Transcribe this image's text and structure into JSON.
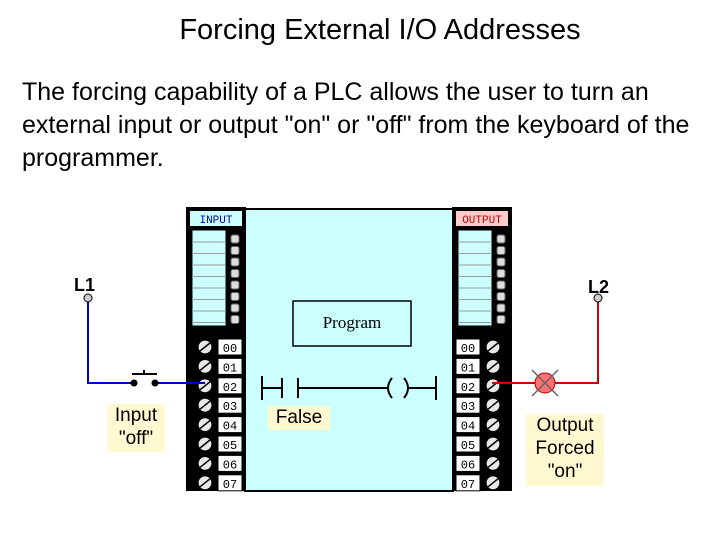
{
  "slide": {
    "title": "Forcing External I/O Addresses",
    "body": "The forcing capability of a PLC allows the user to turn an external input or output \"on\" or \"off\" from the keyboard of the programmer."
  },
  "diagram": {
    "input_module_label": "INPUT",
    "output_module_label": "OUTPUT",
    "l1_label": "L1",
    "l2_label": "L2",
    "program_label": "Program",
    "input_state_label": "Input\n\"off\"",
    "rung_state_label": "False",
    "output_state_label": "Output\nForced\n\"on\"",
    "terminal_numbers": [
      "00",
      "01",
      "02",
      "03",
      "04",
      "05",
      "06",
      "07"
    ],
    "colors": {
      "plc_body": "#ccffff",
      "module_body": "#000000",
      "input_label_bg": "#ccffff",
      "output_label_bg": "#ffcccc",
      "output_label_text": "#cc0000",
      "l1_wire": "#0000cc",
      "l2_wire": "#cc0000",
      "lamp": "#ff7070",
      "note_bg": "#fff8d0"
    }
  }
}
